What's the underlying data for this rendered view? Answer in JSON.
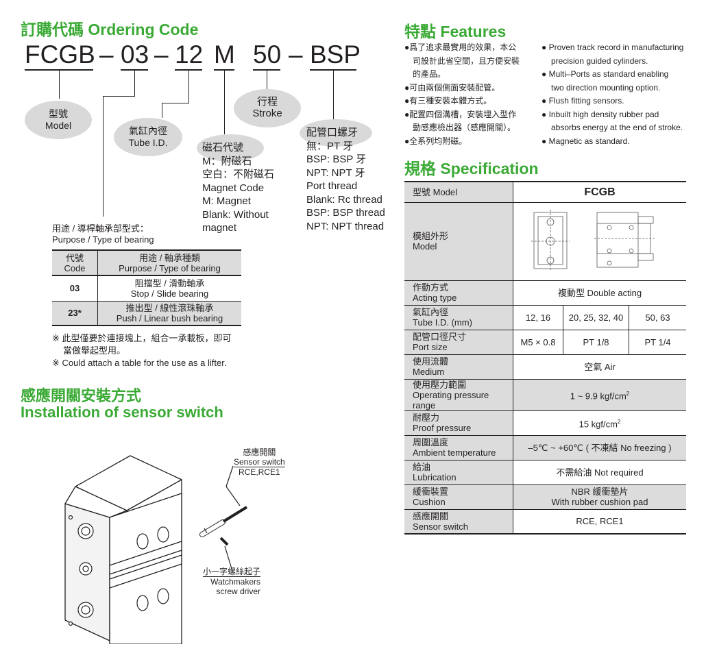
{
  "ordering": {
    "heading": "訂購代碼 Ordering Code",
    "code_parts": [
      "FCGB",
      "–",
      "03",
      "–",
      "12",
      "M",
      "50",
      "–",
      "BSP"
    ],
    "model": {
      "zh": "型號",
      "en": "Model"
    },
    "tube": {
      "zh": "氣缸內徑",
      "en": "Tube I.D."
    },
    "stroke": {
      "zh": "行程",
      "en": "Stroke"
    },
    "magnet": {
      "title": "磁石代號",
      "lines": [
        "M：附磁石",
        "空白：不附磁石",
        "Magnet Code",
        "M:  Magnet",
        "Blank: Without",
        "magnet"
      ]
    },
    "port": {
      "title": "配管口螺牙",
      "lines": [
        "無：PT 牙",
        "BSP: BSP 牙",
        "NPT: NPT 牙",
        "Port thread",
        "Blank: Rc thread",
        "BSP: BSP thread",
        "NPT: NPT thread"
      ]
    },
    "purpose": {
      "zh": "用途 / 導桿軸承部型式：",
      "en": "Purpose / Type of bearing"
    },
    "bearing_table": {
      "head_code": [
        "代號",
        "Code"
      ],
      "head_purpose": [
        "用途 / 軸承種類",
        "Purpose / Type of bearing"
      ],
      "rows": [
        {
          "code": "03",
          "zh": "阻擋型 / 滑動軸承",
          "en": "Stop / Slide bearing"
        },
        {
          "code": "23*",
          "zh": "推出型 / 線性滾珠軸承",
          "en": "Push / Linear bush bearing"
        }
      ]
    },
    "notes": [
      "※ 此型僅要於連接塊上，組合一承載板，即可",
      "當做舉起型用。",
      "※ Could attach a table for the use as a lifter."
    ]
  },
  "sensor": {
    "heading_zh": "感應開關安裝方式",
    "heading_en": "Installation of sensor switch",
    "switch_label": [
      "感應開關",
      "Sensor switch",
      "RCE,RCE1"
    ],
    "driver_label": [
      "小一字螺絲起子",
      "Watchmakers",
      "screw driver"
    ]
  },
  "features": {
    "heading": "特點 Features",
    "zh": [
      [
        "●爲了追求最實用的效果，本公",
        "司設計此省空間，且方便安裝",
        "的產品。"
      ],
      [
        "●可由兩個側面安裝配管。"
      ],
      [
        "●有三種安裝本體方式。"
      ],
      [
        "●配置四個溝槽，安裝埋入型作",
        "動感應檢出器（感應開關）。"
      ],
      [
        "●全系列均附磁。"
      ]
    ],
    "en": [
      [
        "●  Proven track record in manufacturing",
        "precision guided cylinders."
      ],
      [
        "●  Multi–Ports as standard enabling",
        "two direction mounting option."
      ],
      [
        "●  Flush fitting sensors."
      ],
      [
        "●  Inbuilt high density rubber pad",
        "absorbs energy at the end of stroke."
      ],
      [
        "●  Magnetic as standard."
      ]
    ]
  },
  "spec": {
    "heading": "規格 Specification",
    "model_label": "型號 Model",
    "model_value": "FCGB",
    "outline_zh": "模組外形",
    "outline_en": "Model",
    "rows": [
      {
        "zh": "作動方式",
        "en": "Acting type",
        "value": "複動型  Double acting"
      },
      {
        "zh": "氣缸內徑",
        "en": "Tube I.D. (mm)",
        "values": [
          "12, 16",
          "20, 25, 32, 40",
          "50, 63"
        ]
      },
      {
        "zh": "配管口徑尺寸",
        "en": "Port size",
        "values": [
          "M5 × 0.8",
          "PT 1/8",
          "PT 1/4"
        ]
      },
      {
        "zh": "使用流體",
        "en": "Medium",
        "value": "空氣 Air"
      },
      {
        "zh": "使用壓力範圍",
        "en": "Operating pressure range",
        "value": "1  ~  9.9 kgf/cm",
        "sup": "2"
      },
      {
        "zh": "耐壓力",
        "en": "Proof pressure",
        "value": "15 kgf/cm",
        "sup": "2"
      },
      {
        "zh": "周圍溫度",
        "en": "Ambient temperature",
        "value": "–5℃ ~ +60℃ ( 不凍結 No freezing )"
      },
      {
        "zh": "給油",
        "en": "Lubrication",
        "value": "不需給油 Not required"
      },
      {
        "zh": "緩衝裝置",
        "en": "Cushion",
        "value": "NBR 緩衝墊片",
        "value2": "With rubber cushion pad"
      },
      {
        "zh": "感應開關",
        "en": "Sensor switch",
        "value": "RCE, RCE1"
      }
    ]
  }
}
